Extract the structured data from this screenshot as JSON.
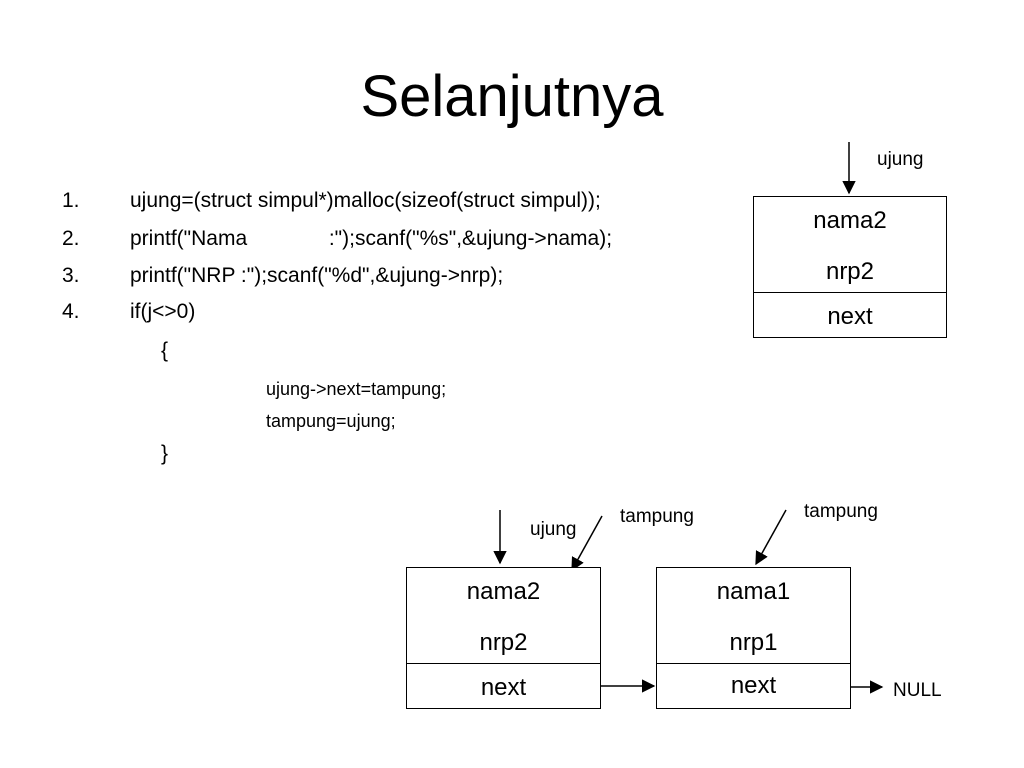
{
  "slide": {
    "title": "Selanjutnya",
    "code": [
      {
        "num": "1.",
        "text": "ujung=(struct simpul*)malloc(sizeof(struct simpul));"
      },
      {
        "num": "2.",
        "text": "printf(\"Nama              :\");scanf(\"%s\",&ujung->nama);"
      },
      {
        "num": "3.",
        "text": "printf(\"NRP :\");scanf(\"%d\",&ujung->nrp);"
      },
      {
        "num": "4.",
        "text": "if(j<>0)"
      }
    ],
    "block": {
      "open": "{",
      "body": [
        "ujung->next=tampung;",
        "tampung=ujung;"
      ],
      "close": "}"
    }
  },
  "diagram_top": {
    "pointer_label": "ujung",
    "node": {
      "nama": "nama2",
      "nrp": "nrp2",
      "next": "next"
    }
  },
  "diagram_bottom": {
    "left_pointer_label": "ujung",
    "left_tampung_label": "tampung",
    "right_tampung_label": "tampung",
    "node_left": {
      "nama": "nama2",
      "nrp": "nrp2",
      "next": "next"
    },
    "node_right": {
      "nama": "nama1",
      "nrp": "nrp1",
      "next": "next"
    },
    "null_label": "NULL"
  }
}
